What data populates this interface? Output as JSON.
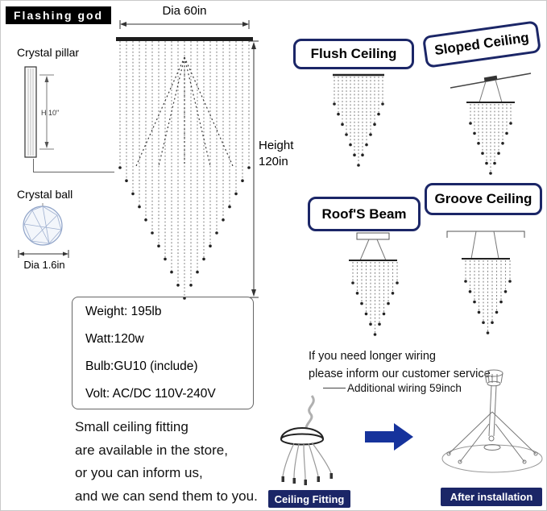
{
  "logo": {
    "text": "Flashing god"
  },
  "diagram": {
    "dia": "Dia 60in",
    "height_line1": "Height",
    "height_line2": "120in",
    "crystal_pillar": "Crystal pillar",
    "pillar_h": "H 10\"",
    "crystal_ball": "Crystal ball",
    "ball_dia": "Dia 1.6in"
  },
  "specs": {
    "lines": [
      "Weight: 195lb",
      "Watt:120w",
      "Bulb:GU10 (include)",
      "Volt: AC/DC 110V-240V"
    ]
  },
  "note": {
    "lines": [
      "Small ceiling fitting",
      "are available in the store,",
      "or you can inform us,",
      "and we can send them to you."
    ]
  },
  "mounts": {
    "flush": "Flush Ceiling",
    "sloped": "Sloped Ceiling",
    "roof_beam": "Roof'S Beam",
    "groove": "Groove Ceiling"
  },
  "wiring": {
    "line1": "If you need longer wiring",
    "line2": "please inform our customer service.",
    "additional": "Additional wiring 59inch"
  },
  "footer": {
    "ceiling_fitting": "Ceiling Fitting",
    "after_installation": "After installation"
  },
  "colors": {
    "navy": "#1b2667",
    "arrow": "#16339c"
  }
}
